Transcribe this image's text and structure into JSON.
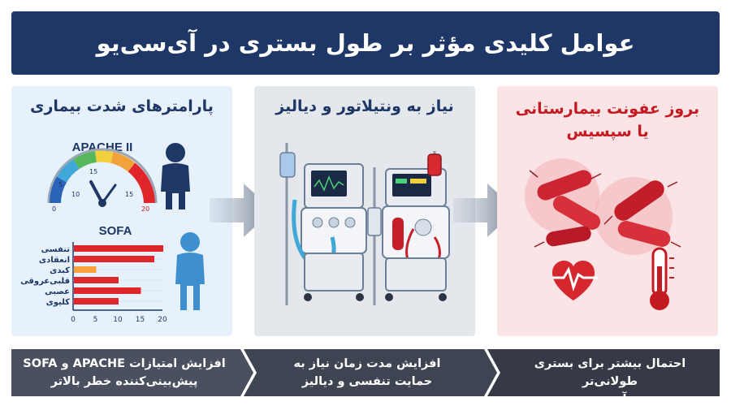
{
  "title": "عوامل کلیدی مؤثر بر طول بستری در آی‌سی‌یو",
  "panels": {
    "severity": {
      "title": "پارامترهای شدت بیماری",
      "apache_label": "APACHE II",
      "gauge_ticks": [
        "0",
        "5",
        "10",
        "15",
        "15",
        "20"
      ],
      "sofa_label": "SOFA",
      "sofa_categories": [
        "تنفسی",
        "انعقادی",
        "کبدی",
        "قلبی‌عروقی",
        "عصبی",
        "کلیوی"
      ],
      "sofa_values": [
        20,
        18,
        5,
        10,
        15,
        10
      ],
      "sofa_axis": [
        "0",
        "5",
        "10",
        "15",
        "20"
      ]
    },
    "support": {
      "title": "نیاز به ونتیلاتور و دیالیز"
    },
    "infection": {
      "title_line1": "بروز عفونت بیمارستانی",
      "title_line2": "یا سپسیس"
    }
  },
  "bottom": {
    "left": [
      "افزایش امتیازات APACHE و SOFA",
      "پیش‌بینی‌کننده خطر بالاتر"
    ],
    "middle": [
      "افزایش مدت زمان نیاز به",
      "حمایت تنفسی و دیالیز"
    ],
    "right": [
      "احتمال بیشتر برای بستری طولانی‌تر",
      "در آی‌سی‌یو"
    ]
  },
  "colors": {
    "navy": "#1e3766",
    "bar_red": "#e0262a",
    "bar_orange": "#f7a23a",
    "bottom_dark": "#3a3f48"
  }
}
